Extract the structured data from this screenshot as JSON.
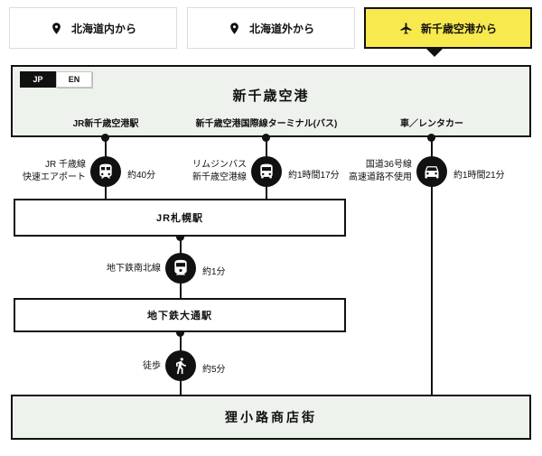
{
  "colors": {
    "accent_yellow": "#f7e94e",
    "panel_green": "#eef2ed",
    "ink": "#111111"
  },
  "tabs": [
    {
      "label": "北海道内から",
      "icon": "pin-icon",
      "active": false
    },
    {
      "label": "北海道外から",
      "icon": "pin-icon",
      "active": false
    },
    {
      "label": "新千歳空港から",
      "icon": "plane-icon",
      "active": true
    }
  ],
  "lang_toggle": {
    "jp": "JP",
    "en": "EN"
  },
  "origin": {
    "title": "新千歳空港",
    "columns": [
      "JR新千歳空港駅",
      "新千歳空港国際線ターミナル(バス)",
      "車／レンタカー"
    ]
  },
  "routes": {
    "jr": {
      "line1": "JR 千歳線",
      "line2": "快速エアポート",
      "duration": "約40分",
      "mode": "train-icon"
    },
    "bus": {
      "line1": "リムジンバス",
      "line2": "新千歳空港線",
      "duration": "約1時間17分",
      "mode": "bus-icon"
    },
    "car": {
      "line1": "国道36号線",
      "line2": "高速道路不使用",
      "duration": "約1時間21分",
      "mode": "car-icon"
    },
    "subway": {
      "label": "地下鉄南北線",
      "duration": "約1分",
      "mode": "subway-icon"
    },
    "walk": {
      "label": "徒歩",
      "duration": "約5分",
      "mode": "walk-icon"
    }
  },
  "stations": {
    "sapporo": "JR札幌駅",
    "odori": "地下鉄大通駅",
    "destination": "狸小路商店街"
  }
}
